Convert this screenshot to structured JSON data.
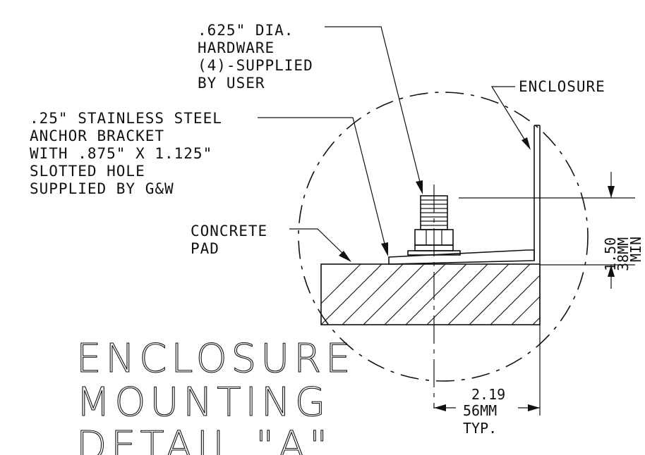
{
  "labels": {
    "hardware": [
      ".625\" DIA.",
      "HARDWARE",
      "(4)-SUPPLIED",
      "BY USER"
    ],
    "bracket": [
      ".25\" STAINLESS STEEL",
      "ANCHOR BRACKET",
      "WITH .875\" X 1.125\"",
      "SLOTTED HOLE",
      "SUPPLIED BY G&W"
    ],
    "concrete": [
      "CONCRETE",
      "PAD"
    ],
    "enclosure": "ENCLOSURE"
  },
  "dimensions": {
    "height": [
      "1.50",
      "38MM",
      "MIN"
    ],
    "width": [
      "2.19",
      "56MM",
      "TYP."
    ]
  },
  "title": [
    "ENCLOSURE",
    "MOUNTING",
    "DETAIL \"A\""
  ]
}
